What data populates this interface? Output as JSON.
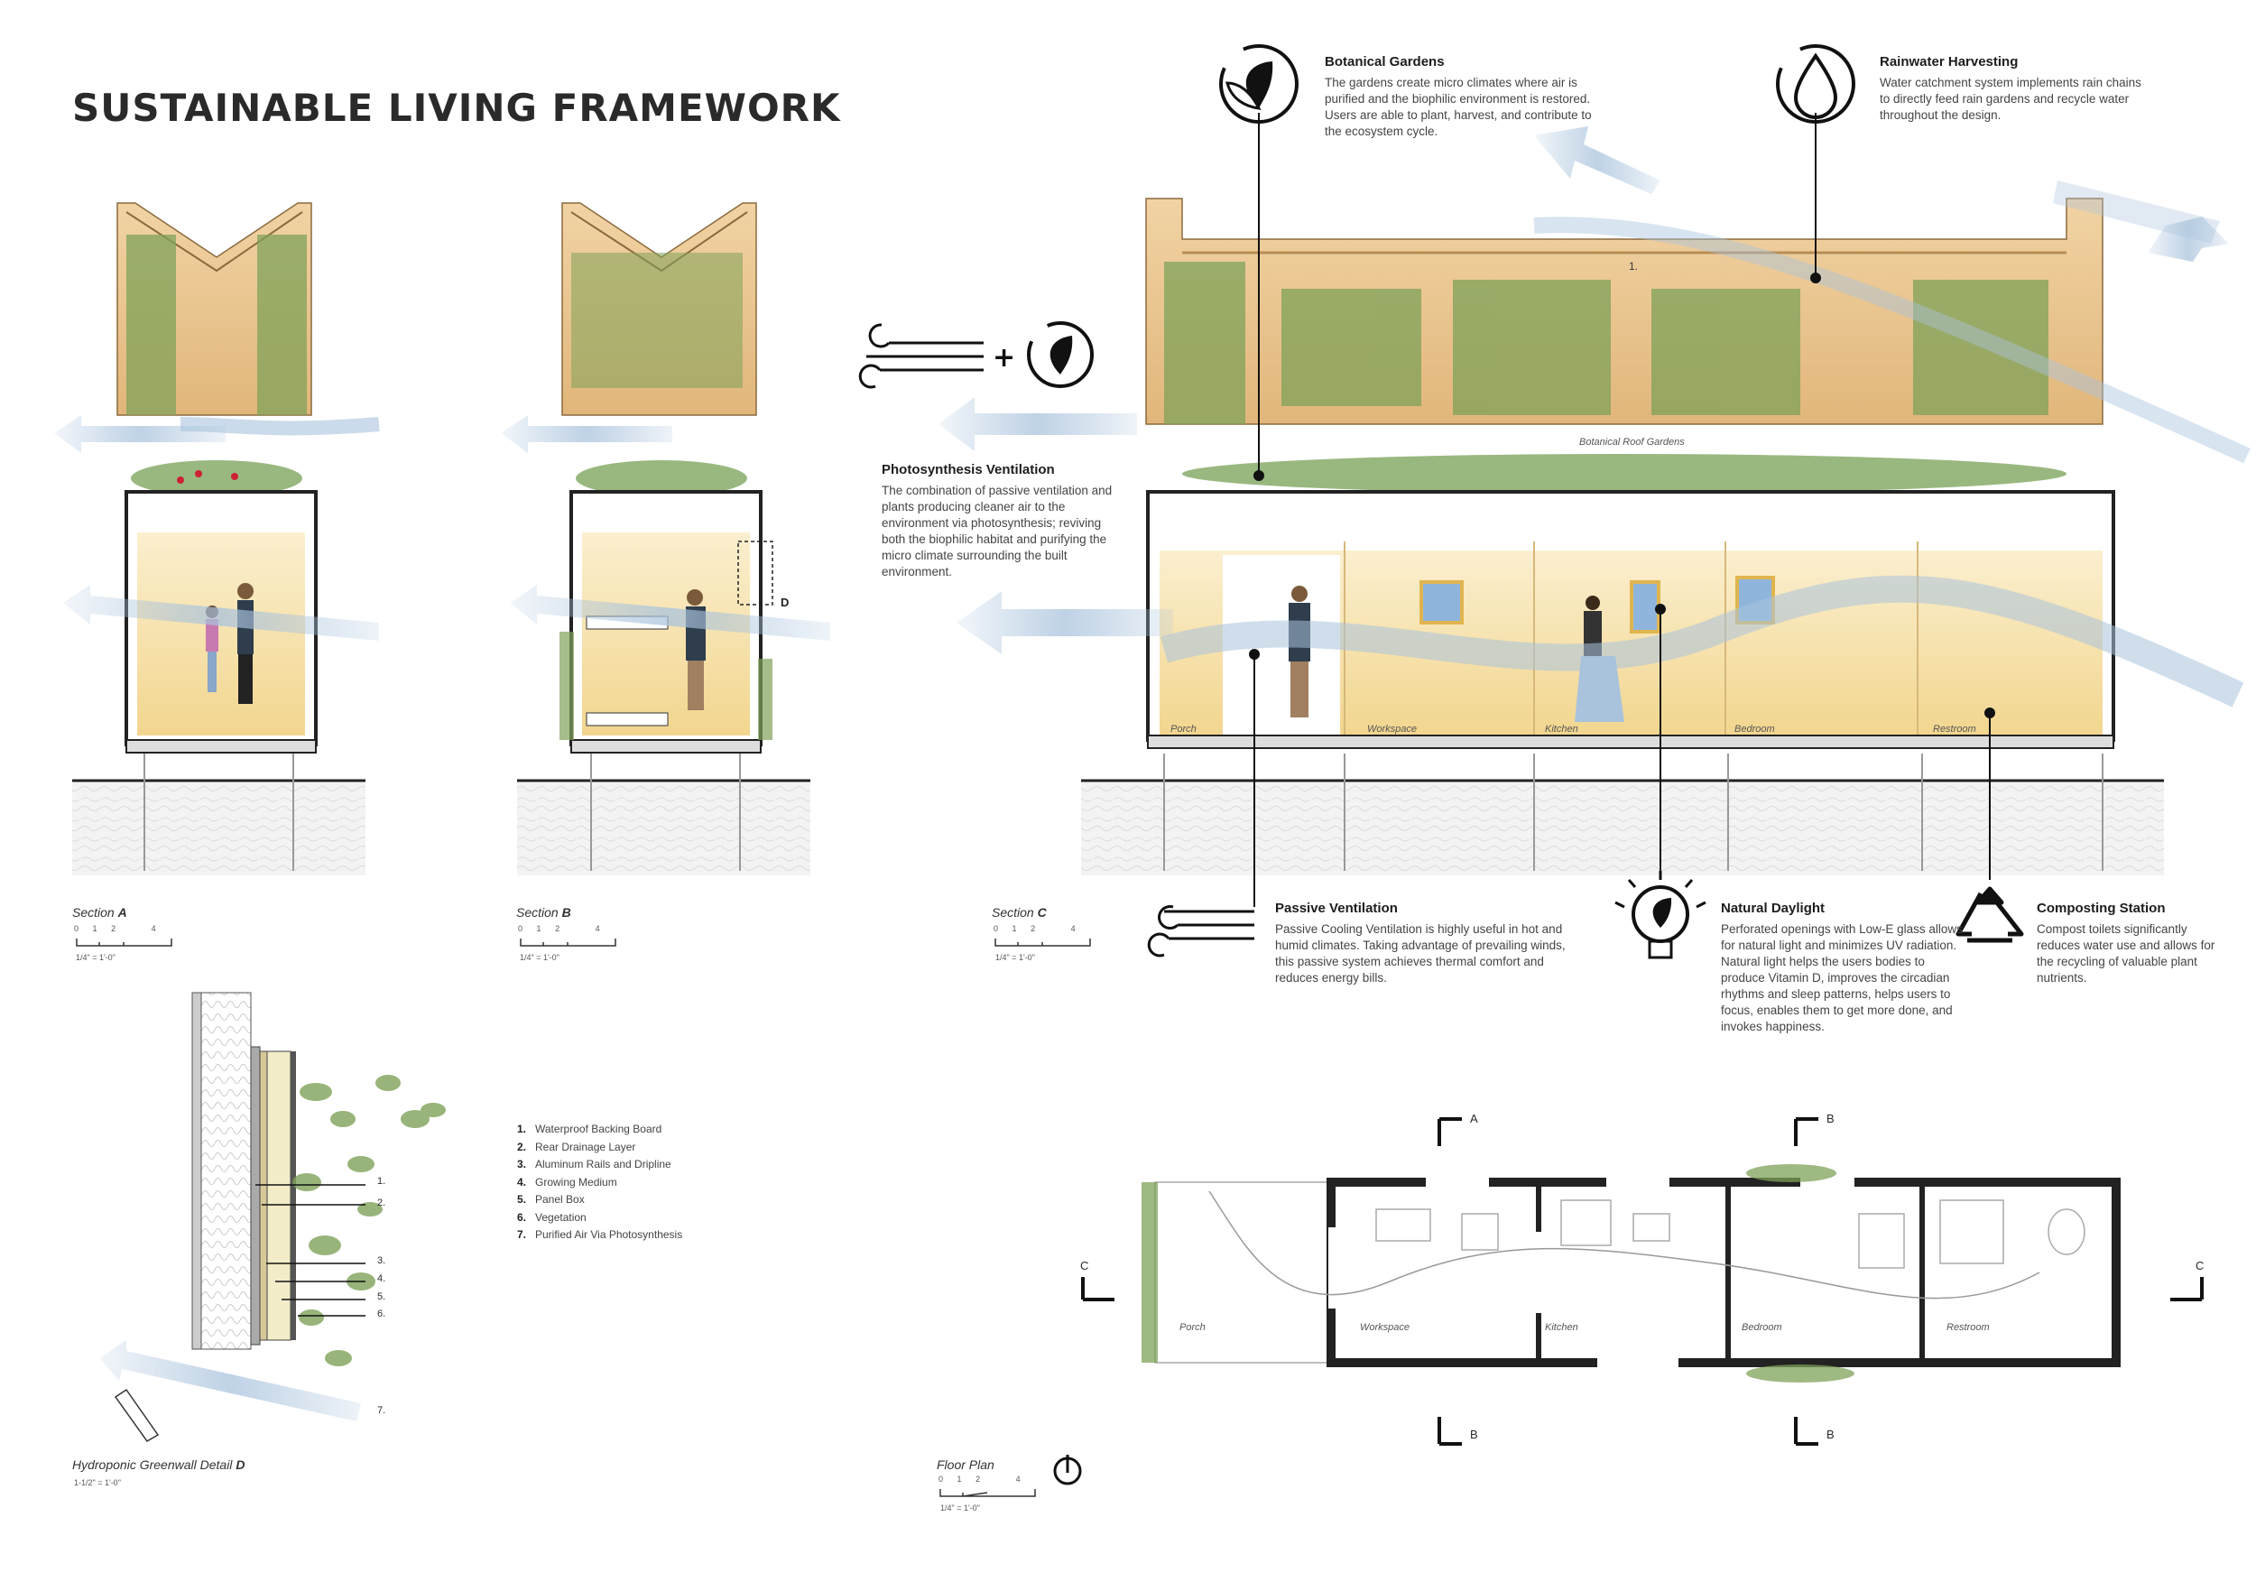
{
  "title": "SUSTAINABLE LIVING FRAMEWORK",
  "features": {
    "botanical": {
      "title": "Botanical Gardens",
      "body": "The gardens create micro climates where air is purified and the biophilic environment is restored. Users are able to plant, harvest, and contribute to the ecosystem cycle."
    },
    "rainwater": {
      "title": "Rainwater Harvesting",
      "body": "Water catchment system implements rain chains to directly feed rain gardens and recycle water throughout the design."
    },
    "photosynthesis": {
      "title": "Photosynthesis Ventilation",
      "body": "The combination of passive ventilation and plants producing cleaner air to the environment via photosynthesis; reviving both the biophilic habitat and purifying the micro climate surrounding the built environment."
    },
    "passive": {
      "title": "Passive Ventilation",
      "body": "Passive Cooling Ventilation is highly useful in hot and humid climates. Taking advantage of prevailing winds, this passive system achieves thermal comfort and reduces energy bills."
    },
    "daylight": {
      "title": "Natural Daylight",
      "body": "Perforated openings with Low-E glass allows for natural light and minimizes UV radiation. Natural light helps the users bodies to produce Vitamin D, improves the circadian rhythms and sleep patterns, helps users to focus, enables them to get more done, and invokes happiness."
    },
    "composting": {
      "title": "Composting Station",
      "body": "Compost toilets significantly reduces water use and allows for the recycling of valuable plant nutrients."
    }
  },
  "sections": {
    "a": {
      "prefix": "Section ",
      "letter": "A",
      "scale": "1/4\" = 1'-0\""
    },
    "b": {
      "prefix": "Section ",
      "letter": "B",
      "scale": "1/4\" = 1'-0\""
    },
    "c": {
      "prefix": "Section ",
      "letter": "C",
      "scale": "1/4\" = 1'-0\""
    },
    "detail": {
      "prefix": "Hydroponic Greenwall Detail ",
      "letter": "D",
      "scale": "1-1/2\" = 1'-0\""
    },
    "plan": {
      "prefix": "Floor Plan",
      "letter": "",
      "scale": "1/4\" = 1'-0\""
    }
  },
  "scale_ticks": [
    "0",
    "1",
    "2",
    "4"
  ],
  "section_c": {
    "roof_label": "Botanical Roof Gardens",
    "roof_marker": "1.",
    "detail_marker": "D",
    "rooms": [
      "Porch",
      "Workspace",
      "Kitchen",
      "Bedroom",
      "Restroom"
    ]
  },
  "floor_plan": {
    "rooms": [
      "Porch",
      "Workspace",
      "Kitchen",
      "Bedroom",
      "Restroom"
    ],
    "cut_a": "A",
    "cut_b": "B",
    "cut_c": "C"
  },
  "legend": [
    {
      "num": "1.",
      "text": "Waterproof Backing Board"
    },
    {
      "num": "2.",
      "text": "Rear Drainage Layer"
    },
    {
      "num": "3.",
      "text": "Aluminum Rails and Dripline"
    },
    {
      "num": "4.",
      "text": "Growing Medium"
    },
    {
      "num": "5.",
      "text": "Panel Box"
    },
    {
      "num": "6.",
      "text": "Vegetation"
    },
    {
      "num": "7.",
      "text": "Purified Air Via Photosynthesis"
    }
  ],
  "detail_callouts": [
    "1.",
    "2.",
    "3.",
    "4.",
    "5.",
    "6.",
    "7."
  ],
  "colors": {
    "wood": "#e8c48e",
    "wood_dark": "#c99a5a",
    "interior": "#f6e3b0",
    "green": "#6d9a4a",
    "green_light": "#a8c48a",
    "air": "#a9c3dd",
    "ground": "#efefef",
    "ink": "#2b2b2b"
  }
}
